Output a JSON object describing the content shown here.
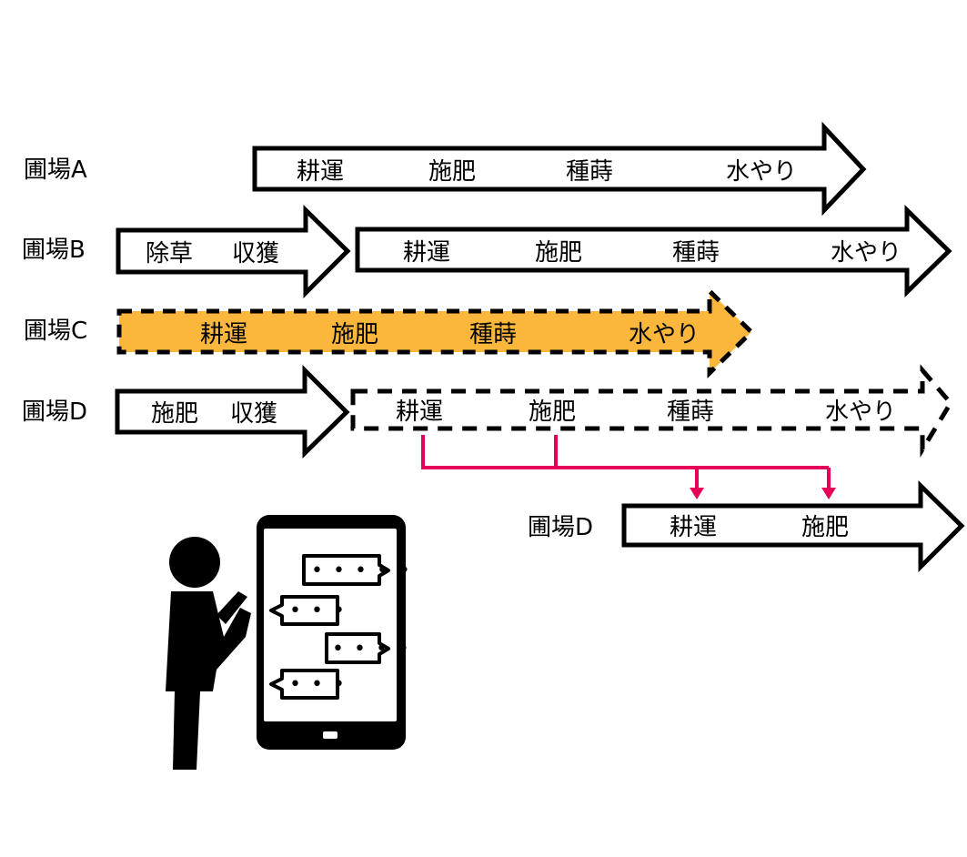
{
  "colors": {
    "highlight": "#FBB73C",
    "connector": "#E5005A",
    "stroke": "#000000"
  },
  "fields": {
    "a_label": "圃場A",
    "b_label": "圃場B",
    "c_label": "圃場C",
    "d_label": "圃場D",
    "d2_label": "圃場D"
  },
  "tasks": {
    "a": [
      "耕運",
      "施肥",
      "種蒔",
      "水やり"
    ],
    "b_prev": [
      "除草",
      "収獲"
    ],
    "b": [
      "耕運",
      "施肥",
      "種蒔",
      "水やり"
    ],
    "c": [
      "耕運",
      "施肥",
      "種蒔",
      "水やり"
    ],
    "d_prev": [
      "施肥",
      "収獲"
    ],
    "d": [
      "耕運",
      "施肥",
      "種蒔",
      "水やり"
    ],
    "d2": [
      "耕運",
      "施肥"
    ]
  },
  "chat_bubbles": [
    "• • • • •",
    "• • •",
    "• • • •",
    "• • •"
  ],
  "icons": [
    "person-icon",
    "smartphone-icon",
    "chat-bubble-icon"
  ]
}
